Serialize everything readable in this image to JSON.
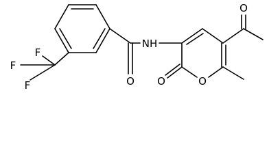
{
  "molecule": {
    "atoms": {
      "f_top": "F",
      "f_left": "F",
      "f_bottom": "F",
      "amide_oxygen": "O",
      "amide_nitrogen": "NH",
      "lactone_carbonyl_oxygen": "O",
      "ring_oxygen": "O",
      "acetyl_oxygen": "O"
    },
    "colors": {
      "bond": "#000000",
      "atom_label": "#000000",
      "background": "#ffffff"
    }
  }
}
